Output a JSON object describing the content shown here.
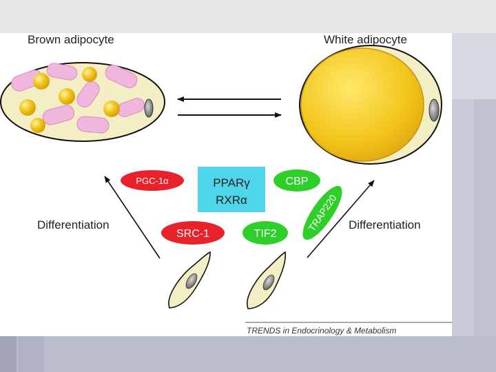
{
  "figure": {
    "brown_title": "Brown adipocyte",
    "white_title": "White adipocyte",
    "differentiation_left": "Differentiation",
    "differentiation_right": "Differentiation",
    "factors": {
      "pgc1a": "PGC-1α",
      "ppar_line1": "PPARγ",
      "ppar_line2": "RXRα",
      "cbp": "CBP",
      "src1": "SRC-1",
      "tif2": "TIF2",
      "trap220": "TRAP220"
    },
    "credit": "TRENDS in Endocrinology & Metabolism"
  },
  "colors": {
    "red_factor": "#e8212b",
    "green_factor": "#2fcf2a",
    "ppar_box": "#4fd6ea",
    "cell_fill": "#f4eec4",
    "fat_droplet": "#f2c419",
    "mitochondria": "#f0b6dd",
    "nucleus": "#9a9a9a"
  }
}
